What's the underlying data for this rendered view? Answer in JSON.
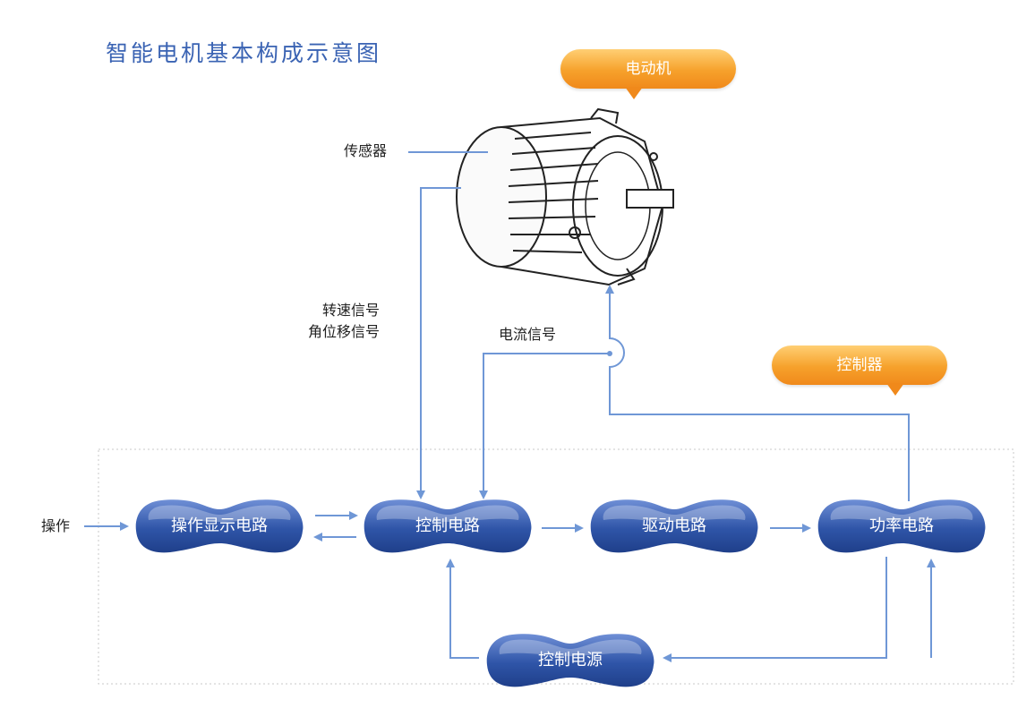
{
  "title": "智能电机基本构成示意图",
  "callouts": {
    "motor": "电动机",
    "controller": "控制器"
  },
  "labels": {
    "sensor": "传感器",
    "speed_signal": "转速信号",
    "angle_signal": "角位移信号",
    "current_signal": "电流信号",
    "operation": "操作"
  },
  "nodes": {
    "op_display": "操作显示电路",
    "control": "控制电路",
    "drive": "驱动电路",
    "power": "功率电路",
    "power_supply": "控制电源"
  },
  "colors": {
    "line": "#6f97d6",
    "node_dark": "#1f3f8a",
    "node_light": "#6f8fd6",
    "callout": "#f6a12b",
    "title": "#3a63b3"
  }
}
